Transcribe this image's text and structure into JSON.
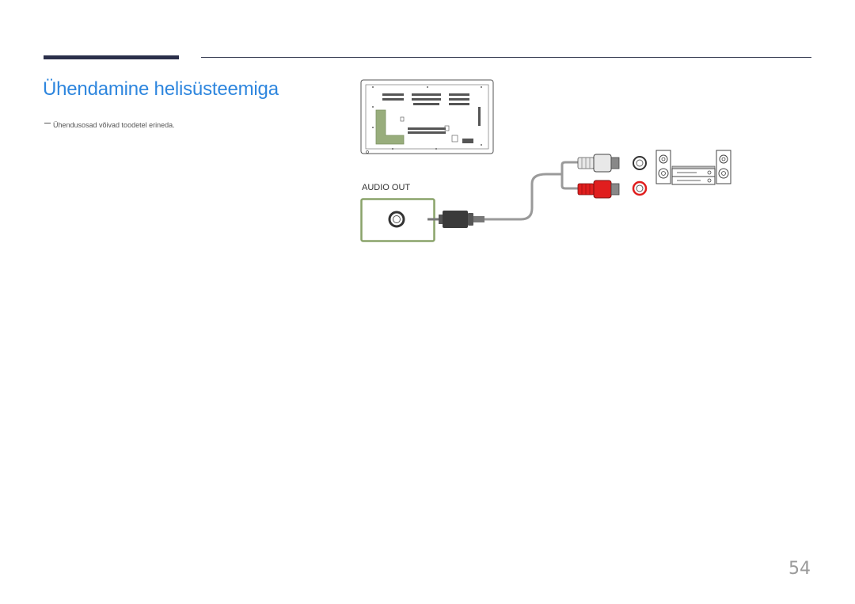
{
  "header": {
    "title": "Ühendamine helisüsteemiga"
  },
  "note": {
    "text": "Ühendusosad võivad toodetel erineda."
  },
  "diagram": {
    "port_label": "AUDIO OUT",
    "highlight_color": "#8aa36a",
    "plug_left_color": "#e8e8e8",
    "plug_right_color": "#e01e1e"
  },
  "footer": {
    "page_number": "54"
  },
  "colors": {
    "title": "#2e86de",
    "header_bar": "#2a2f4a"
  }
}
